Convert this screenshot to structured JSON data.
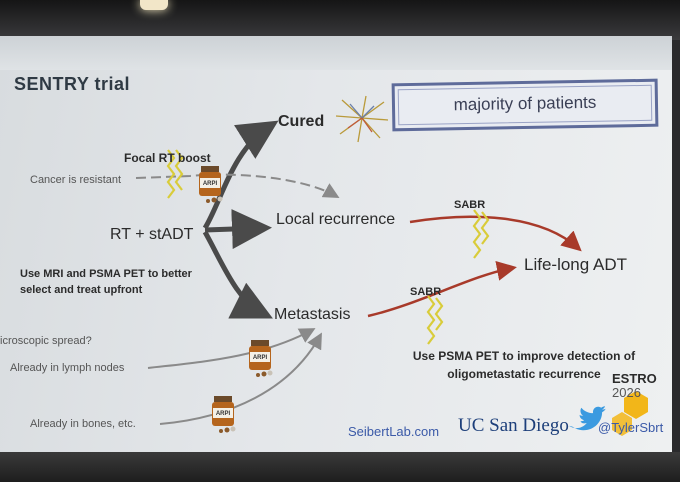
{
  "slide": {
    "title": "SENTRY trial",
    "highlight_box": "majority of patients",
    "nodes": {
      "start": "RT + stADT",
      "cured": "Cured",
      "local_recurrence": "Local recurrence",
      "metastasis": "Metastasis",
      "lifelong": "Life-long ADT"
    },
    "labels": {
      "focal_boost": "Focal RT boost",
      "cancer_resistant": "Cancer is resistant",
      "mri_psma": "Use MRI and PSMA PET to better select and treat upfront",
      "micro_spread": "icroscopic spread?",
      "lymph_nodes": "Already in lymph nodes",
      "bones": "Already in bones, etc.",
      "psma_detect": "Use PSMA PET to improve detection of oligometastatic recurrence",
      "sabr": "SABR",
      "arpi": "ARPI"
    },
    "footer": {
      "site": "SeibertLab.com",
      "institution": "UC San Diego",
      "twitter": "@TylerSbrt",
      "conference": "ESTRO",
      "conference_year": "2026"
    },
    "colors": {
      "dark_arrow": "#4a4a4a",
      "grey_arrow": "#8a8a8a",
      "red_arrow": "#a83a2a",
      "beam": "#d9cc3a",
      "box_border": "#5e6b9a"
    }
  }
}
